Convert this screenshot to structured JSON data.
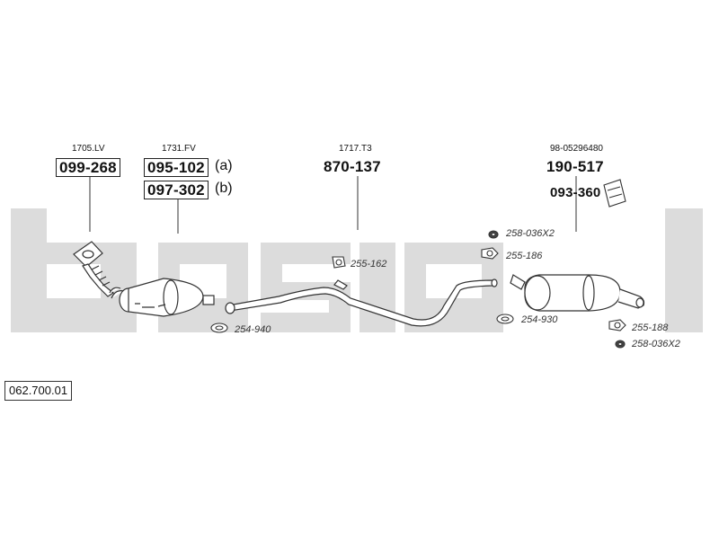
{
  "watermark": "bosal",
  "document_id": "062.700.01",
  "parts": {
    "front_pipe": {
      "ref": "1705.LV",
      "number": "099-268"
    },
    "catalyst": {
      "ref": "1731.FV",
      "number_a": "095-102",
      "suffix_a": "(a)",
      "number_b": "097-302",
      "suffix_b": "(b)"
    },
    "centre_pipe": {
      "ref": "1717.T3",
      "number": "870-137"
    },
    "rear_silencer": {
      "ref": "98-05296480",
      "number": "190-517"
    },
    "mounting_kit": {
      "number": "093-360"
    }
  },
  "accessories": {
    "a1": "258-036X2",
    "a2": "255-186",
    "a3": "255-162",
    "a4": "254-940",
    "a5": "254-930",
    "a6": "255-188",
    "a7": "258-036X2"
  },
  "colors": {
    "watermark": "#dcdcdc",
    "line": "#333333"
  }
}
